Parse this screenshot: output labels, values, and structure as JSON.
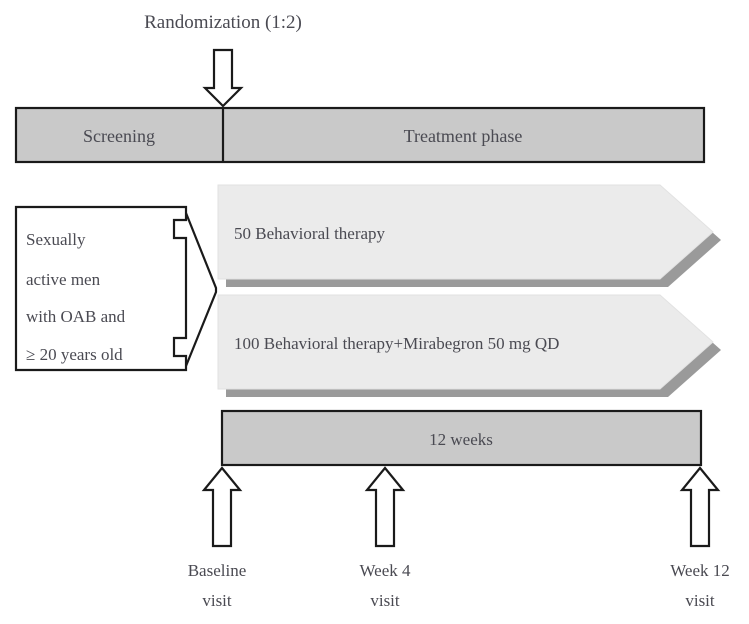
{
  "diagram": {
    "randomization_label": "Randomization (1:2)",
    "phases": [
      {
        "name": "screening",
        "label": "Screening"
      },
      {
        "name": "treatment",
        "label": "Treatment phase"
      }
    ],
    "criteria": {
      "lines": [
        "Sexually",
        "active men",
        "with OAB and",
        "≥ 20 years old"
      ]
    },
    "arms": [
      {
        "name": "behavioral-therapy",
        "label": "50 Behavioral therapy",
        "n": 50
      },
      {
        "name": "behavioral-therapy-mirabegron",
        "label": "100 Behavioral therapy+Mirabegron 50 mg QD",
        "n": 100
      }
    ],
    "duration": {
      "label": "12 weeks",
      "weeks": 12
    },
    "visits": [
      {
        "name": "baseline",
        "line1": "Baseline",
        "line2": "visit"
      },
      {
        "name": "week-4",
        "line1": "Week 4",
        "line2": "visit"
      },
      {
        "name": "week-12",
        "line1": "Week 12",
        "line2": "visit"
      }
    ],
    "icons": {
      "randomization_arrow": "arrow-down-icon",
      "visit_arrow": "arrow-up-icon",
      "allocation_brace": "brace-fork-icon"
    },
    "colors": {
      "bar_fill": "#c9c9c9",
      "arm_fill": "#ebebeb",
      "arm_shadow": "#9a9a9a",
      "outline": "#1a1a1a",
      "text": "#4a4a52",
      "background": "#ffffff"
    }
  }
}
